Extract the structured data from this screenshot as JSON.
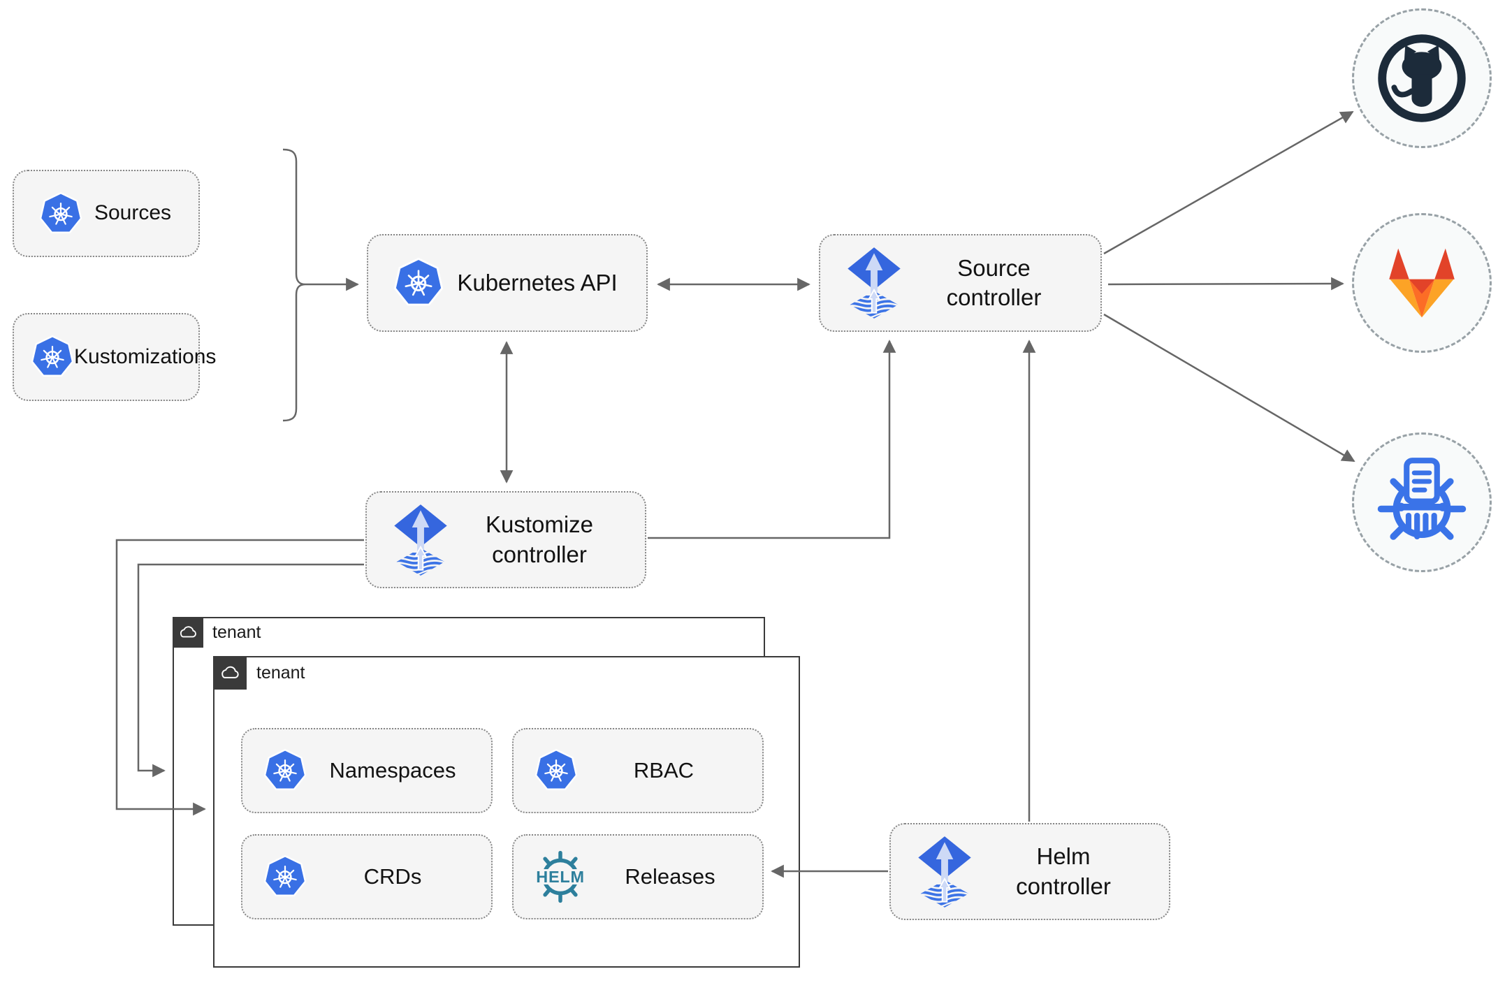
{
  "nodes": {
    "sources": {
      "label": "Sources",
      "icon": "kubernetes"
    },
    "kustomizations": {
      "label": "Kustomizations",
      "icon": "kubernetes"
    },
    "kubernetes_api": {
      "label": "Kubernetes API",
      "icon": "kubernetes"
    },
    "source_controller": {
      "lines": [
        "Source",
        "controller"
      ],
      "icon": "flux"
    },
    "kustomize_controller": {
      "lines": [
        "Kustomize",
        "controller"
      ],
      "icon": "flux"
    },
    "helm_controller": {
      "lines": [
        "Helm",
        "controller"
      ],
      "icon": "flux"
    }
  },
  "tenants": {
    "back": {
      "label": "tenant",
      "icon": "cloud"
    },
    "front": {
      "label": "tenant",
      "icon": "cloud"
    }
  },
  "items": {
    "namespaces": {
      "label": "Namespaces",
      "icon": "kubernetes"
    },
    "rbac": {
      "label": "RBAC",
      "icon": "kubernetes"
    },
    "crds": {
      "label": "CRDs",
      "icon": "kubernetes"
    },
    "releases": {
      "label": "Releases",
      "icon": "helm",
      "helm_logo_text": "HELM"
    }
  },
  "external": {
    "github": {
      "icon": "github-octocat"
    },
    "gitlab": {
      "icon": "gitlab-tanuki"
    },
    "kustomize_repo": {
      "icon": "kustomize-wheel"
    }
  },
  "edges": [
    {
      "from": "sources+kustomizations bracket",
      "to": "kubernetes-api",
      "arrows": "end"
    },
    {
      "from": "kubernetes-api",
      "to": "source-controller",
      "arrows": "both"
    },
    {
      "from": "kubernetes-api",
      "to": "kustomize-controller",
      "arrows": "both"
    },
    {
      "from": "kustomize-controller",
      "to": "source-controller",
      "arrows": "end"
    },
    {
      "from": "helm-controller",
      "to": "source-controller",
      "arrows": "end"
    },
    {
      "from": "kustomize-controller",
      "to": "tenant-front",
      "arrows": "end"
    },
    {
      "from": "kustomize-controller",
      "to": "tenant-back",
      "arrows": "end"
    },
    {
      "from": "helm-controller",
      "to": "releases",
      "arrows": "end"
    },
    {
      "from": "source-controller",
      "to": "github",
      "arrows": "end"
    },
    {
      "from": "source-controller",
      "to": "gitlab",
      "arrows": "end"
    },
    {
      "from": "source-controller",
      "to": "kustomize-repo",
      "arrows": "end"
    }
  ],
  "colors": {
    "kubernetes_blue": "#3970e5",
    "flux_blue": "#3566de",
    "flux_light_arrow": "#cdd9f6",
    "flux_wave_blue": "#3d74e6",
    "helm_teal": "#2d7f9c",
    "github_dark": "#1c2b3a",
    "gitlab_red": "#e24329",
    "gitlab_orange": "#fc6d26",
    "gitlab_amber": "#fca326",
    "kustomize_blue": "#3a73e8",
    "node_fill": "#f5f5f5",
    "connector_gray": "#666666",
    "tenant_dark": "#3a3a3a"
  }
}
